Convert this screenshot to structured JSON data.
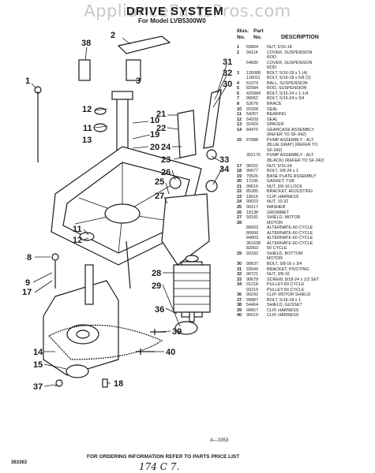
{
  "watermark": "AppliancePartsPros.com",
  "title": "DRIVE SYSTEM",
  "model": "For Model LVB5300W0",
  "header": {
    "illus": "Illus.",
    "no": "No.",
    "part": "Part",
    "partno": "No.",
    "description": "DESCRIPTION"
  },
  "parts": [
    {
      "n": "1",
      "p": "93864",
      "d": "NUT, 5/16-18"
    },
    {
      "n": "2",
      "p": "94114",
      "d": "COVER, SUSPENSION"
    },
    {
      "n": "",
      "p": "",
      "d": "ROD"
    },
    {
      "n": "",
      "p": "54830",
      "d": "COVER, SUSPENSION"
    },
    {
      "n": "",
      "p": "",
      "d": "ROD"
    },
    {
      "n": "3",
      "p": "126088",
      "d": "BOLT, 5/16-18 x 1 (4)"
    },
    {
      "n": "",
      "p": "126011",
      "d": "BOLT, 5/16-18 x 5/8 (2)"
    },
    {
      "n": "4",
      "p": "61073",
      "d": "BALL, SUSPENSION"
    },
    {
      "n": "5",
      "p": "82584",
      "d": "ROD, SUSPENSION"
    },
    {
      "n": "6",
      "p": "425984",
      "d": "BOLT, 5/16-24 x 1-1/4"
    },
    {
      "n": "7",
      "p": "99062",
      "d": "BOLT, 5/16-24 x 3/4"
    },
    {
      "n": "8",
      "p": "53676",
      "d": "BRACE"
    },
    {
      "n": "10",
      "p": "91928",
      "d": "SEAL"
    },
    {
      "n": "11",
      "p": "54267",
      "d": "BEARING"
    },
    {
      "n": "12",
      "p": "54209",
      "d": "SEAL"
    },
    {
      "n": "13",
      "p": "92429",
      "d": "SPACER"
    },
    {
      "n": "14",
      "p": "84470",
      "d": "GEARCASE ASSEMBLY"
    },
    {
      "n": "",
      "p": "",
      "d": "(REFER TO SF-342)"
    },
    {
      "n": "15",
      "p": "87888",
      "d": "PUMP ASSEMBLY - ALT."
    },
    {
      "n": "",
      "p": "",
      "d": "(BLUE GRAY) (REFER TO"
    },
    {
      "n": "",
      "p": "",
      "d": "SF-342)"
    },
    {
      "n": "",
      "p": "352176",
      "d": "PUMP ASSEMBLY - ALT."
    },
    {
      "n": "",
      "p": "",
      "d": "(BLACK) (REFER TO SF-342)"
    },
    {
      "n": "17",
      "p": "98151",
      "d": "NUT, 5/16-24"
    },
    {
      "n": "18",
      "p": "90677",
      "d": "BOLT, 3/8-24 x 2"
    },
    {
      "n": "19",
      "p": "79526",
      "d": "BASE PLATE ASSEMBLY"
    },
    {
      "n": "20",
      "p": "17236",
      "d": "GASKET, TUB"
    },
    {
      "n": "21",
      "p": "99616",
      "d": "NUT, 3/8-16 LOCK"
    },
    {
      "n": "22",
      "p": "85285",
      "d": "BRACKET, ADJUSTING"
    },
    {
      "n": "23",
      "p": "18616",
      "d": "CLIP, HARNESS"
    },
    {
      "n": "24",
      "p": "99023",
      "d": "NUT, 10-32"
    },
    {
      "n": "25",
      "p": "90217",
      "d": "WASHER"
    },
    {
      "n": "26",
      "p": "18138",
      "d": "GROMMET"
    },
    {
      "n": "27",
      "p": "93181",
      "d": "SHIELD, MOTOR"
    },
    {
      "n": "28",
      "p": "",
      "d": "MOTOR"
    },
    {
      "n": "",
      "p": "89003",
      "d": "ALTERNATE-60 CYCLE"
    },
    {
      "n": "",
      "p": "86806",
      "d": "ALTERNATE-60 CYCLE"
    },
    {
      "n": "",
      "p": "84803",
      "d": "ALTERNATE-60 CYCLE"
    },
    {
      "n": "",
      "p": "361638",
      "d": "ALTERNATE-60 CYCLE"
    },
    {
      "n": "",
      "p": "82063",
      "d": "50 CYCLE"
    },
    {
      "n": "29",
      "p": "93182",
      "d": "SHIELD, BOTTOM"
    },
    {
      "n": "",
      "p": "",
      "d": "MOTOR"
    },
    {
      "n": "30",
      "p": "90637",
      "d": "BOLT, 3/8-16 x 3/4"
    },
    {
      "n": "31",
      "p": "93549",
      "d": "BRACKET, PIVOTING"
    },
    {
      "n": "32",
      "p": "90721",
      "d": "NUT, 3/8-16"
    },
    {
      "n": "33",
      "p": "90679",
      "d": "SCREW, 8/18-24 x 1/2 SET"
    },
    {
      "n": "34",
      "p": "91218",
      "d": "PULLEY-60 CYCLE"
    },
    {
      "n": "",
      "p": "93219",
      "d": "PULLEY-50 CYCLE"
    },
    {
      "n": "36",
      "p": "99292",
      "d": "CLIP, MOTOR SHIELD"
    },
    {
      "n": "37",
      "p": "99887",
      "d": "BOLT, 5/16-18 x 1"
    },
    {
      "n": "38",
      "p": "54464",
      "d": "SHIELD, GUSSET"
    },
    {
      "n": "39",
      "p": "99657",
      "d": "CLIP, HARNESS"
    },
    {
      "n": "40",
      "p": "90019",
      "d": "CLIP, HARNESS"
    }
  ],
  "callouts": {
    "c38": "38",
    "c2": "2",
    "c3": "3",
    "c1": "1",
    "c12": "12",
    "c10": "10",
    "c11": "11",
    "c13": "13",
    "c19": "19",
    "c20": "20",
    "c21": "21",
    "c22": "22",
    "c31": "31",
    "c32": "32",
    "c30": "30",
    "c24": "24",
    "c23": "23",
    "c26": "26",
    "c33": "33",
    "c34": "34",
    "c25": "25",
    "c27": "27",
    "c11b": "11",
    "c12b": "12",
    "c8": "8",
    "c9": "9",
    "c17": "17",
    "c28": "28",
    "c29": "29",
    "c36": "36",
    "c39": "39",
    "c40": "40",
    "c14": "14",
    "c15": "15",
    "c18": "18",
    "c37": "37"
  },
  "drawing_no": "A—3353",
  "footer": "FOR ORDERING INFORMATION REFER TO PARTS PRICE LIST",
  "code": "363363",
  "handwritten": "174 C  7."
}
